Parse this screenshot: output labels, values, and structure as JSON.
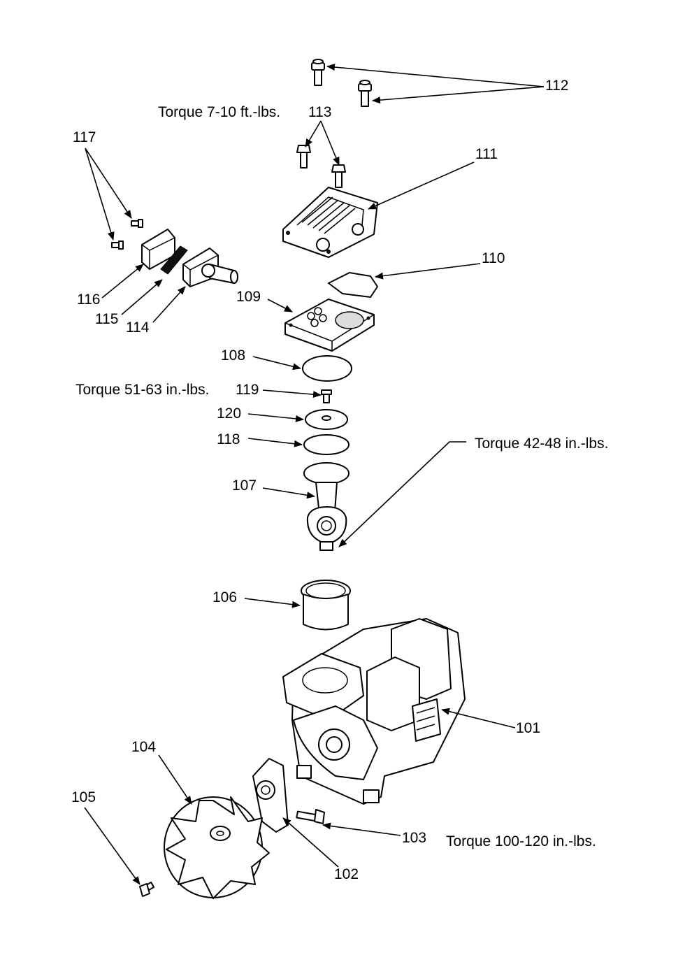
{
  "labels": {
    "p101": "101",
    "p102": "102",
    "p103": "103",
    "p104": "104",
    "p105": "105",
    "p106": "106",
    "p107": "107",
    "p108": "108",
    "p109": "109",
    "p110": "110",
    "p111": "111",
    "p112": "112",
    "p113": "113",
    "p114": "114",
    "p115": "115",
    "p116": "116",
    "p117": "117",
    "p118": "118",
    "p119": "119",
    "p120": "120"
  },
  "torque": {
    "t113": "Torque  7-10 ft.-lbs.",
    "t119": "Torque  51-63 in.-lbs.",
    "t107": "Torque  42-48 in.-lbs.",
    "t103": "Torque 100-120 in.-lbs."
  }
}
